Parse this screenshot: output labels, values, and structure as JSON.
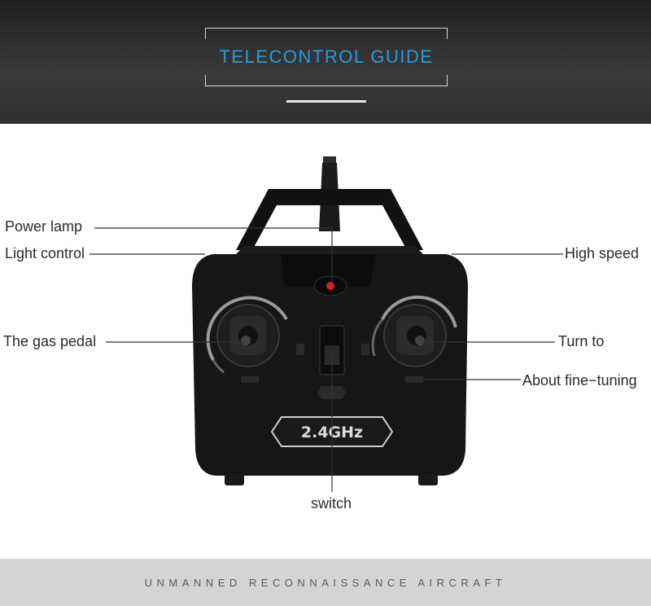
{
  "header": {
    "title": "TELECONTROL GUIDE",
    "accent_color": "#2a9bd8"
  },
  "controller": {
    "badge": "2.4GHz",
    "labels": {
      "power_lamp": "Power lamp",
      "light_control": "Light control",
      "gas_pedal": "The gas pedal",
      "high_speed": "High speed",
      "turn_to": "Turn to",
      "fine_tuning": "About fine−tuning",
      "switch": "switch"
    }
  },
  "footer": {
    "text": "UNMANNED RECONNAISSANCE AIRCRAFT"
  }
}
